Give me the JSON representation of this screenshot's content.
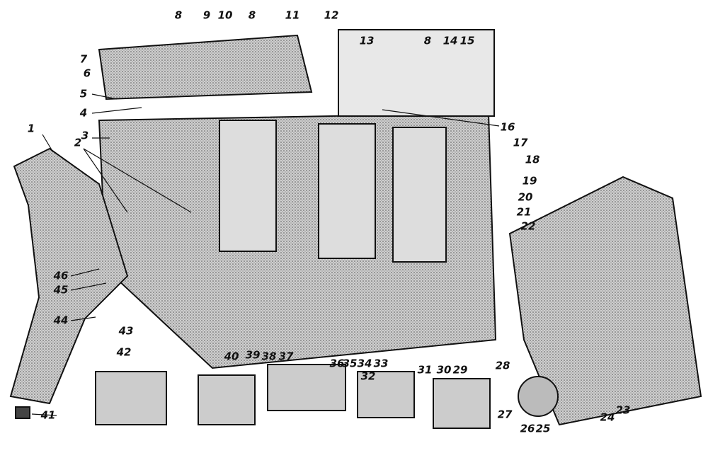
{
  "figure": {
    "labels": [
      "1",
      "2",
      "3",
      "4",
      "5",
      "6",
      "7",
      "8",
      "9",
      "10",
      "11",
      "12",
      "13",
      "14",
      "15",
      "16",
      "17",
      "18",
      "19",
      "20",
      "21",
      "22",
      "23",
      "24",
      "25",
      "26",
      "27",
      "28",
      "29",
      "30",
      "31",
      "32",
      "33",
      "34",
      "35",
      "36",
      "37",
      "38",
      "39",
      "40",
      "41",
      "42",
      "43",
      "44",
      "45",
      "46"
    ]
  },
  "colors": {
    "ink": "#111111",
    "shade": "#8a8a8a",
    "light": "#d9d9d9"
  }
}
